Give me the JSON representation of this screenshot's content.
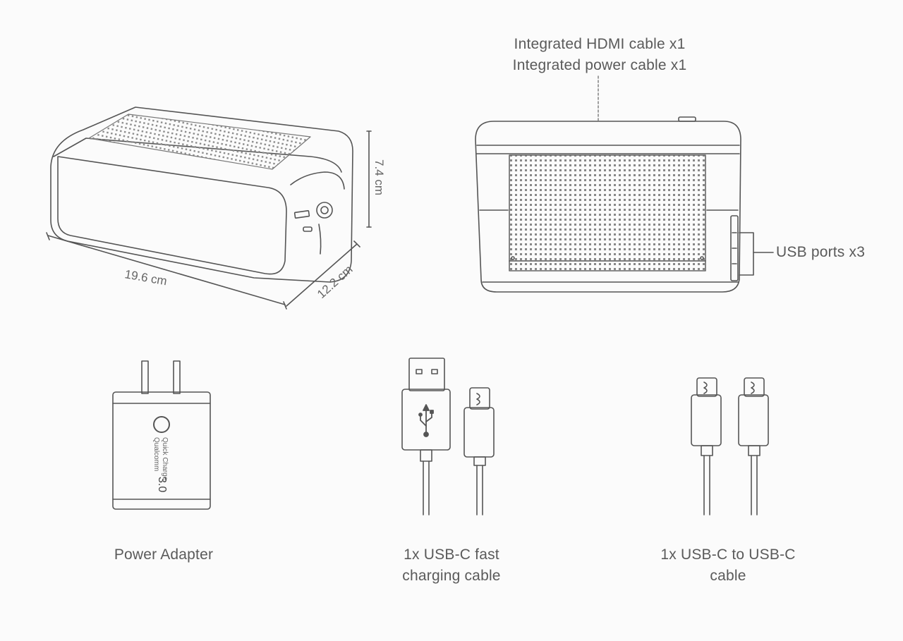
{
  "colors": {
    "background": "#fbfbfb",
    "stroke": "#555555",
    "text": "#5a5a5a"
  },
  "box_dimensions": {
    "length": "19.6 cm",
    "depth": "12.2 cm",
    "height": "7.4 cm"
  },
  "rear_view": {
    "callout_top_line1": "Integrated HDMI cable x1",
    "callout_top_line2": "Integrated power cable x1",
    "callout_side": "USB ports x3"
  },
  "adapter": {
    "caption": "Power Adapter",
    "logo_text_line1": "Qualcomm",
    "logo_text_line2": "Quick Charge",
    "logo_text_line3": "3.0"
  },
  "usb_a_to_c": {
    "caption_line1": "1x USB-C fast",
    "caption_line2": "charging cable"
  },
  "usb_c_to_c": {
    "caption_line1": "1x USB-C to USB-C",
    "caption_line2": "cable"
  }
}
